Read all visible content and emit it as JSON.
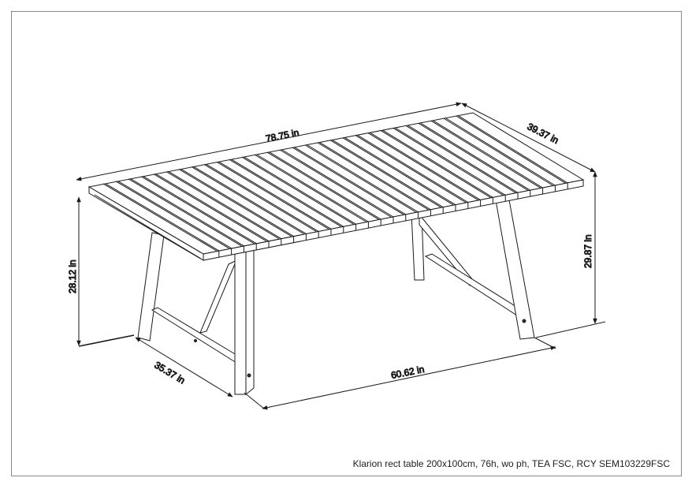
{
  "product_title": "Klarion rect table 200x100cm, 76h, wo ph, TEA FSC, RCY SEM103229FSC",
  "dimensions": {
    "length": "78.75 in",
    "width": "39.37 in",
    "height_right": "29.87 in",
    "height_left": "28.12 in",
    "leg_span_width": "35.37 in",
    "leg_span_length": "60.62 in"
  },
  "slat_count": 30,
  "line_color": "#1a1a1a"
}
